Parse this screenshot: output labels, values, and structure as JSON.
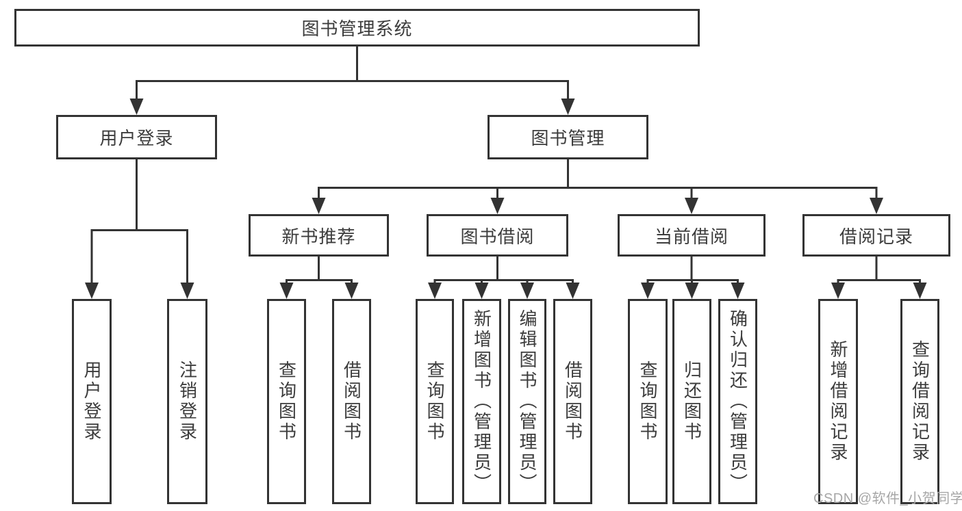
{
  "tree": {
    "label": "图书管理系统",
    "children": [
      {
        "label": "用户登录",
        "children": [
          {
            "label": "用户登录"
          },
          {
            "label": "注销登录"
          }
        ]
      },
      {
        "label": "图书管理",
        "children": [
          {
            "label": "新书推荐",
            "children": [
              {
                "label": "查询图书"
              },
              {
                "label": "借阅图书"
              }
            ]
          },
          {
            "label": "图书借阅",
            "children": [
              {
                "label": "查询图书"
              },
              {
                "label": "新增图书（管理员）"
              },
              {
                "label": "编辑图书（管理员）"
              },
              {
                "label": "借阅图书"
              }
            ]
          },
          {
            "label": "当前借阅",
            "children": [
              {
                "label": "查询图书"
              },
              {
                "label": "归还图书"
              },
              {
                "label": "确认归还（管理员）"
              }
            ]
          },
          {
            "label": "借阅记录",
            "children": [
              {
                "label": "新增借阅记录"
              },
              {
                "label": "查询借阅记录"
              }
            ]
          }
        ]
      }
    ]
  },
  "watermark": {
    "text": "CSDN @软件_小贺同学"
  },
  "colors": {
    "line": "#333333",
    "text": "#3c3c3c",
    "box_background": "#ffffff",
    "page_background": "#ffffff",
    "watermark": "#a6a6a6"
  }
}
